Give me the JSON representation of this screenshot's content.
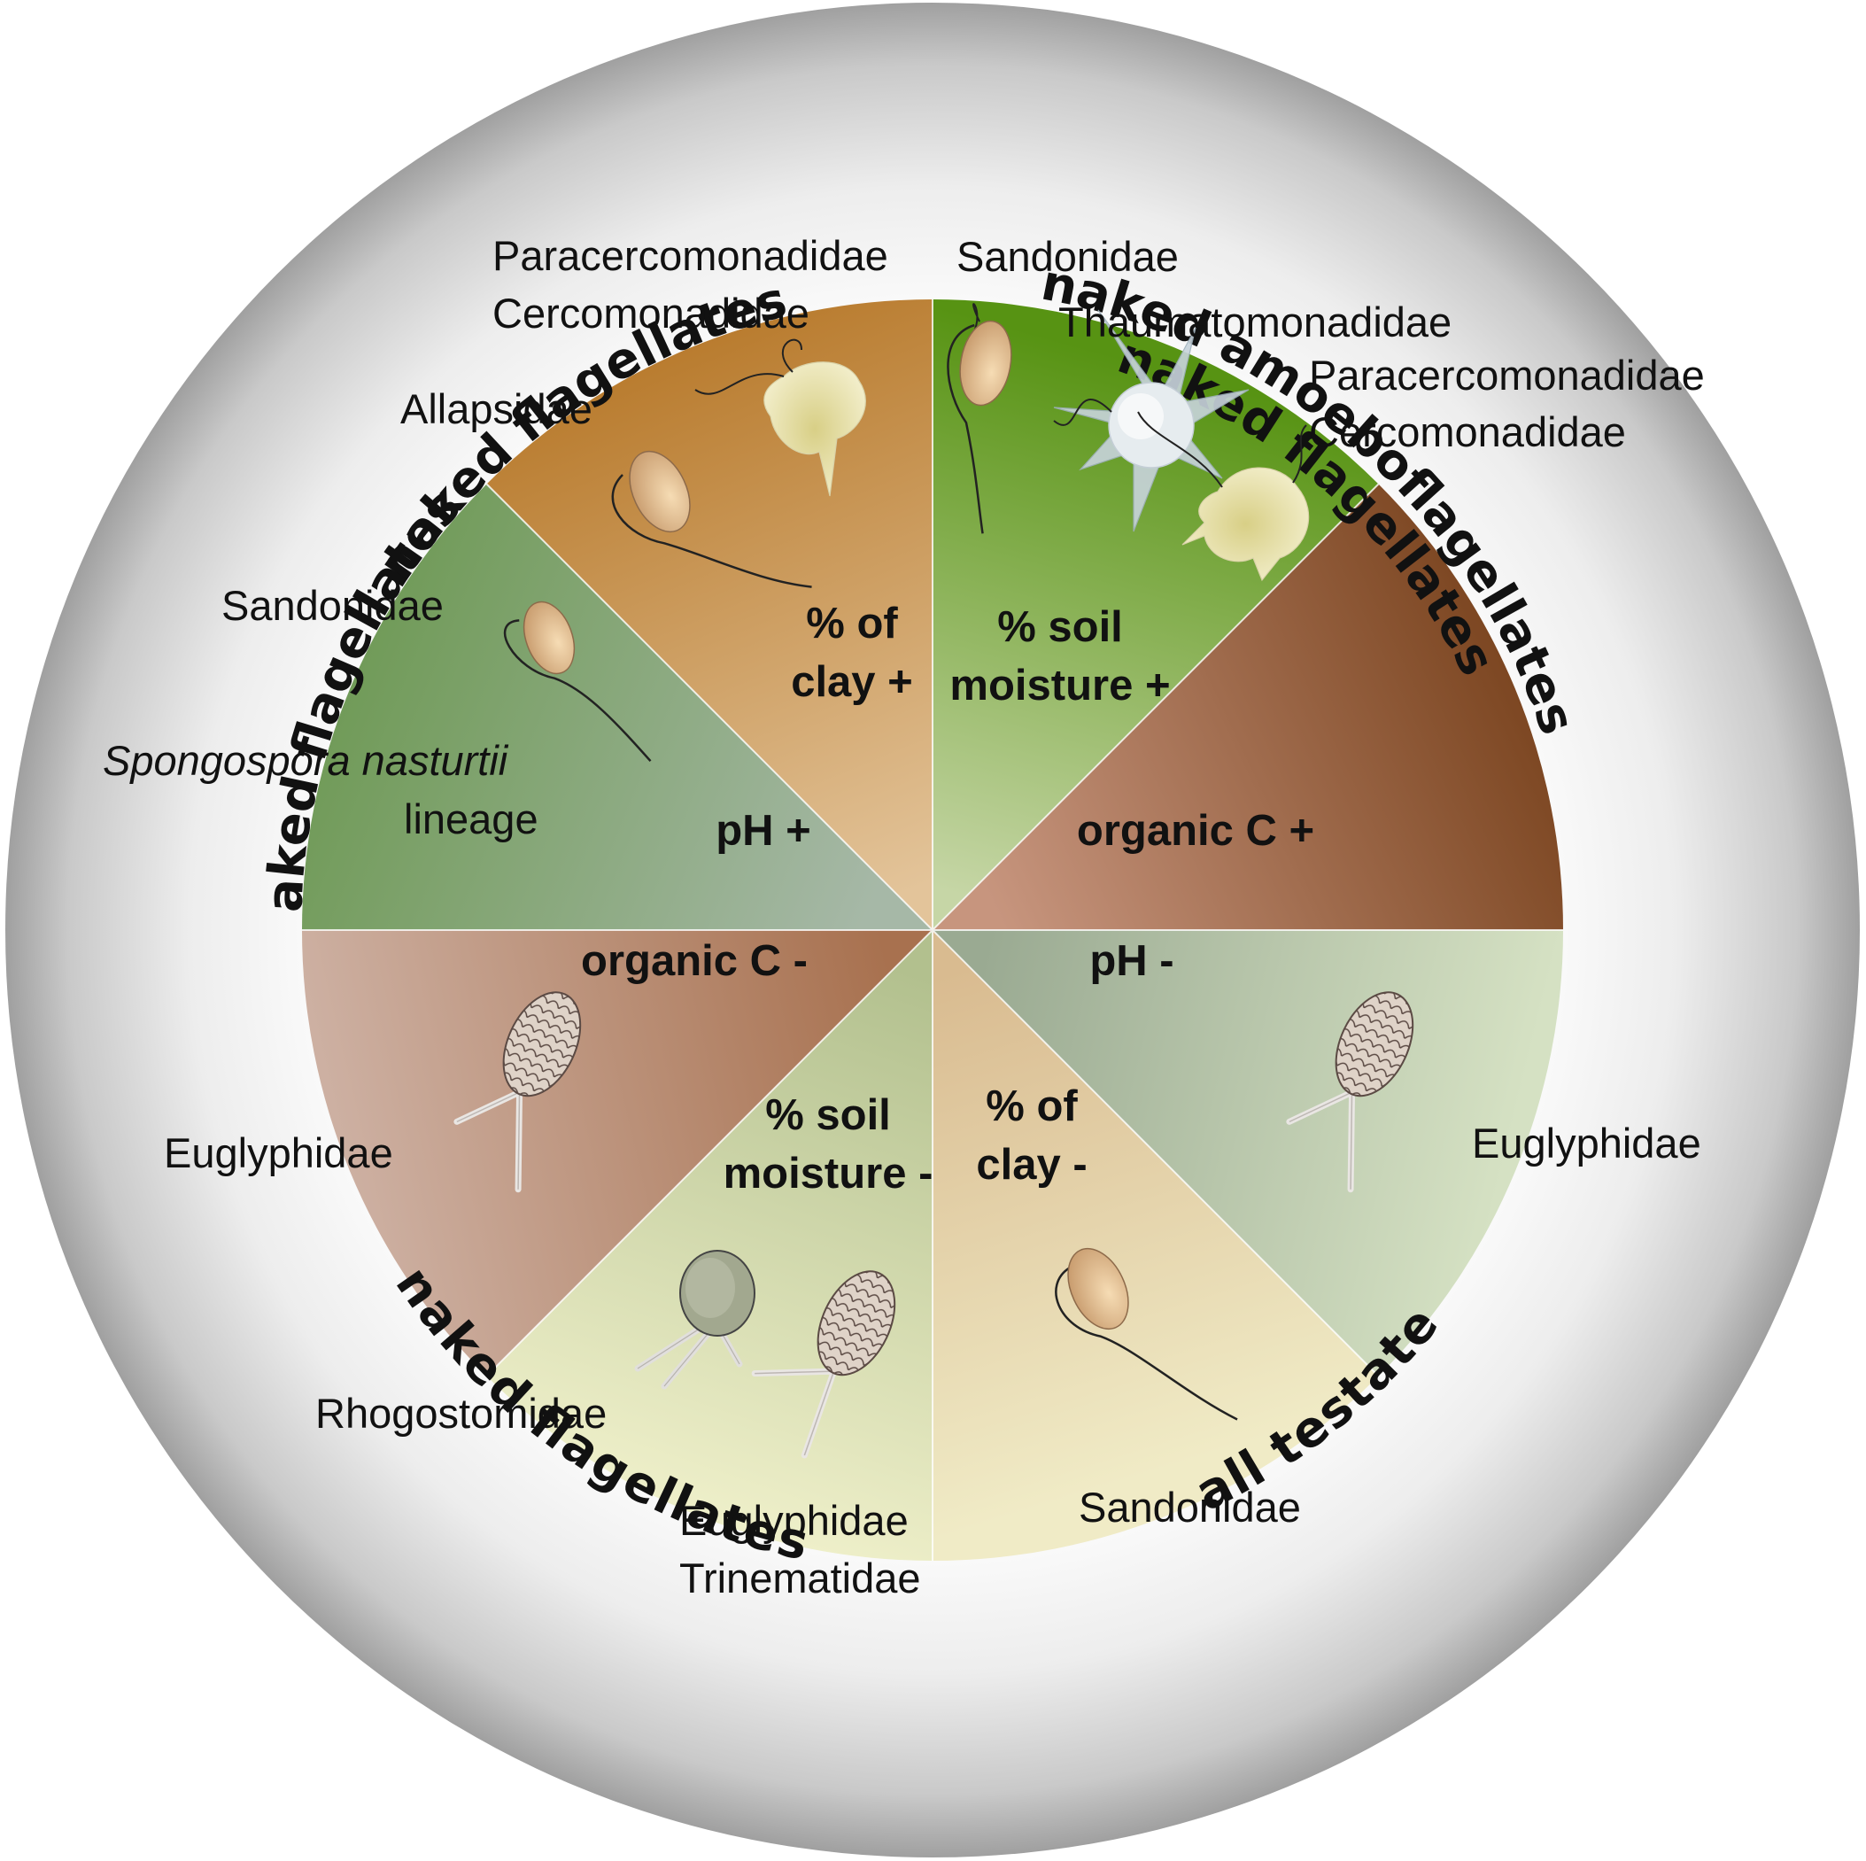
{
  "ring_labels": {
    "top_left": "naked flagellates",
    "top_right_outer": "naked amoeboflagellates",
    "top_right_inner": "naked flagellates",
    "left": "naked flagellates",
    "bottom_left": "all testate",
    "bottom_right": "naked flagellates"
  },
  "sectors": {
    "clay_plus": {
      "label_line1": "% of",
      "label_line2": "clay +",
      "color_outer": "#B87A2C",
      "color_inner": "#E3C49A",
      "families": [
        "Paracercomonadidae",
        "Cercomonadidae",
        "Allapsidae"
      ]
    },
    "moisture_plus": {
      "label_line1": "% soil",
      "label_line2": "moisture +",
      "color_outer": "#579313",
      "color_inner": "#C6D6A6",
      "families": [
        "Sandonidae",
        "Thaumatomonadidae",
        "Paracercomonadidae",
        "Cercomonadidae"
      ]
    },
    "organic_c_plus": {
      "label": "organic C +",
      "color_outer": "#7B4520",
      "color_inner": "#C7957E"
    },
    "ph_plus": {
      "label": "pH +",
      "color_outer": "#6F9A56",
      "color_inner": "#A6B8A7",
      "families": [
        "Sandonidae"
      ],
      "italic_family": "Spongospora nasturtii",
      "italic_family_suffix": "lineage"
    },
    "organic_c_minus": {
      "label": "organic C -",
      "color_outer": "#CDB0A2",
      "color_inner": "#A8714F",
      "families": [
        "Euglyphidae"
      ]
    },
    "moisture_minus": {
      "label_line1": "% soil",
      "label_line2": "moisture -",
      "color_outer": "#EEEFC9",
      "color_inner": "#B2C08E",
      "families": [
        "Rhogostomidae",
        "Euglyphidae",
        "Trinematidae"
      ]
    },
    "clay_minus": {
      "label_line1": "% of",
      "label_line2": "clay -",
      "color_outer": "#F0EBC6",
      "color_inner": "#D9BB90",
      "families": [
        "Sandonidae"
      ]
    },
    "ph_minus": {
      "label": "pH -",
      "color_outer": "#D5E1C3",
      "color_inner": "#9AAA92",
      "families": [
        "Euglyphidae"
      ]
    }
  },
  "icons": [
    "flagellate-icon",
    "cercomonad-amoeba-icon",
    "thaumatomonad-icon",
    "euglypha-test-icon",
    "rhogostoma-test-icon"
  ]
}
